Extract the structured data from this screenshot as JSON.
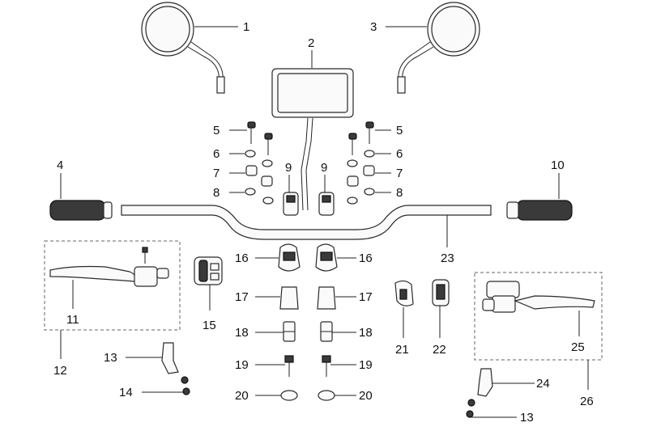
{
  "callouts": {
    "c1": "1",
    "c2": "2",
    "c3": "3",
    "c4": "4",
    "c5l": "5",
    "c5r": "5",
    "c6l": "6",
    "c6r": "6",
    "c7l": "7",
    "c7r": "7",
    "c8l": "8",
    "c8r": "8",
    "c9l": "9",
    "c9r": "9",
    "c10": "10",
    "c11": "11",
    "c12": "12",
    "c13l": "13",
    "c13r": "13",
    "c14": "14",
    "c15": "15",
    "c16l": "16",
    "c16r": "16",
    "c17l": "17",
    "c17r": "17",
    "c18l": "18",
    "c18r": "18",
    "c19l": "19",
    "c19r": "19",
    "c20l": "20",
    "c20r": "20",
    "c21": "21",
    "c22": "22",
    "c23": "23",
    "c24": "24",
    "c25": "25",
    "c26": "26"
  },
  "colors": {
    "line": "#2a2a2a",
    "part_fill": "#f2f2f2",
    "grip": "#3a3a3a",
    "box": "#666666"
  }
}
